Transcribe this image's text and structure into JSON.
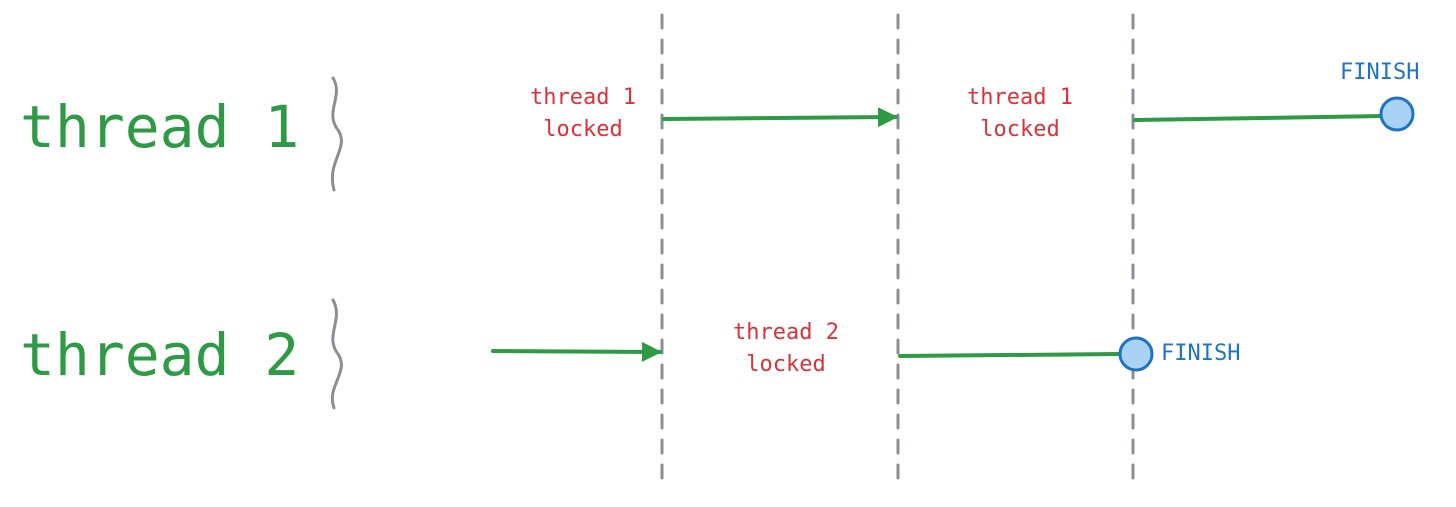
{
  "threads": [
    {
      "label": "thread 1"
    },
    {
      "label": "thread 2"
    }
  ],
  "locks": [
    {
      "line1": "thread 1",
      "line2": "locked"
    },
    {
      "line1": "thread 2",
      "line2": "locked"
    },
    {
      "line1": "thread 1",
      "line2": "locked"
    }
  ],
  "finish": [
    {
      "label": "FINISH"
    },
    {
      "label": "FINISH"
    }
  ],
  "colors": {
    "thread": "#2e9a46",
    "lock": "#d8323a",
    "finish": "#1f73c2",
    "finish_fill": "#a9d3f5",
    "divider": "#8a8f96"
  }
}
